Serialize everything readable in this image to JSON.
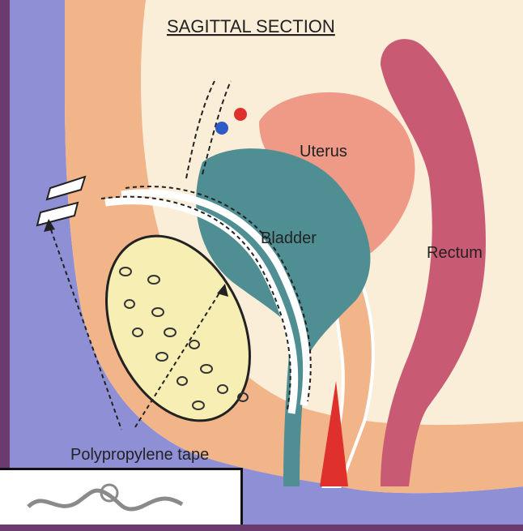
{
  "diagram": {
    "title": "SAGITTAL SECTION",
    "labels": {
      "uterus": "Uterus",
      "bladder": "Bladder",
      "rectum": "Rectum",
      "tape": "Polypropylene tape"
    },
    "colors": {
      "frame": "#6b3a6e",
      "background": "#fbeed8",
      "tissue": "#f2b58a",
      "blue_region": "#8f8fd6",
      "bladder": "#4f8e93",
      "uterus": "#ee9a86",
      "rectum": "#c85a73",
      "pubic_bone": "#f6eeb2",
      "tape": "#ffffff",
      "vessel_red": "#e0302b",
      "vessel_blue": "#2f5bc8"
    }
  },
  "inset": {
    "description_icon": "tape-sample-icon"
  }
}
